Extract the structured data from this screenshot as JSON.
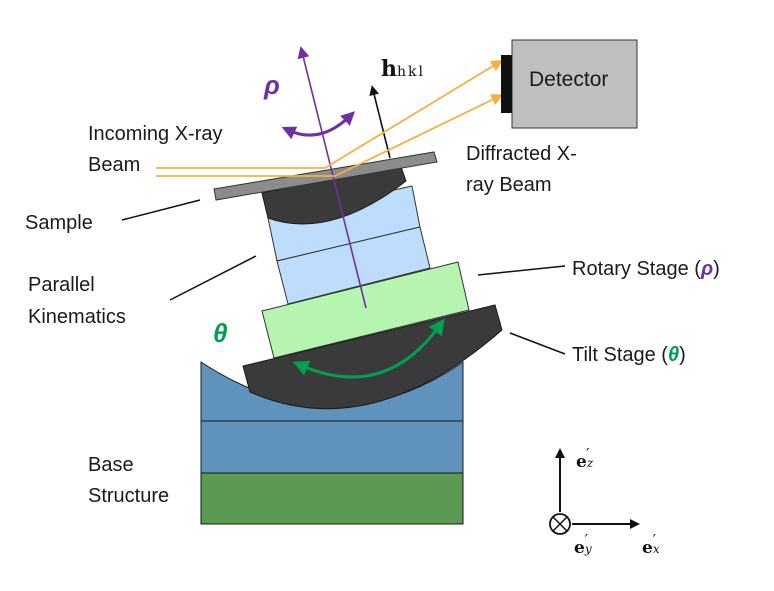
{
  "labels": {
    "detector": "Detector",
    "incoming_l1": "Incoming X-ray",
    "incoming_l2": "Beam",
    "diffracted_l1": "Diffracted X-",
    "diffracted_l2": "ray Beam",
    "sample": "Sample",
    "parallel_l1": "Parallel",
    "parallel_l2": "Kinematics",
    "rotary_text": "Rotary Stage (",
    "rotary_close": ")",
    "tilt_text": "Tilt Stage (",
    "tilt_close": ")",
    "base_l1": "Base",
    "base_l2": "Structure"
  },
  "symbols": {
    "rho": "ρ",
    "theta": "θ",
    "h_main": "h",
    "h_sub": "hkl",
    "e_main": "e",
    "ez_sub": "z",
    "ey_sub": "y",
    "ex_sub": "x",
    "prime": "′",
    "otimes": "⊗"
  },
  "colors": {
    "rho": "#7030a0",
    "theta": "#00a050",
    "beam": "#f5b040",
    "detector_body": "#bfbfbf",
    "base_blue": "#5f93bb",
    "base_green": "#5b9a53",
    "rotary": "#b5f5b0",
    "kinematics": "#bedcfb",
    "stage_dark": "#3a3a3a",
    "sample": "#8c8c8c"
  }
}
